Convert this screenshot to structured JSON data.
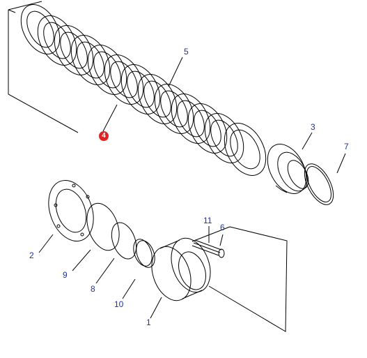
{
  "diagram": {
    "callouts": {
      "p1": "1",
      "p2": "2",
      "p3": "3",
      "p4": "4",
      "p5": "5",
      "p6": "6",
      "p7": "7",
      "p8": "8",
      "p9": "9",
      "p10": "10",
      "p11": "11"
    },
    "colors": {
      "line": "#000000",
      "callout_text": "#1b2fb0",
      "highlight": "#e02424"
    }
  }
}
